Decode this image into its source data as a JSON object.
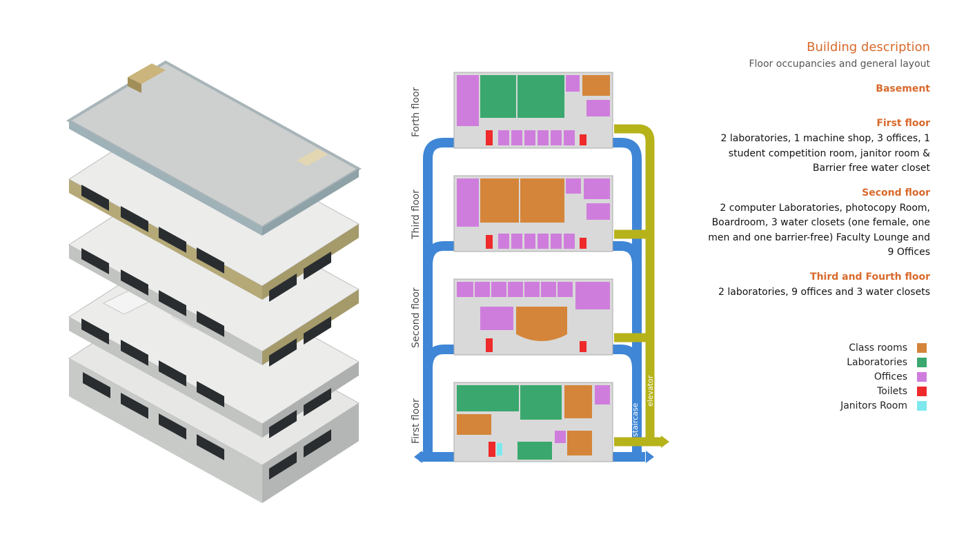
{
  "description": {
    "title": "Building description",
    "subtitle": "Floor occupancies and general layout",
    "sections": [
      {
        "heading": "Basement",
        "body": ""
      },
      {
        "heading": "First floor",
        "body": "2 laboratories, 1 machine shop, 3 offices, 1 student competition room, janitor room & Barrier free water closet"
      },
      {
        "heading": "Second floor",
        "body": "2 computer Laboratories, photocopy Room, Boardroom, 3 water closets (one female, one men and one barrier-free) Faculty Lounge and 9 Offices"
      },
      {
        "heading": "Third and Fourth floor",
        "body": "2 laboratories, 9 offices and 3 water closets"
      }
    ]
  },
  "legend": [
    {
      "label": "Class rooms",
      "color": "#d4853a"
    },
    {
      "label": "Laboratories",
      "color": "#3aa86e"
    },
    {
      "label": "Offices",
      "color": "#cf7ddd"
    },
    {
      "label": "Toilets",
      "color": "#ee2a2a"
    },
    {
      "label": "Janitors Room",
      "color": "#7de9ef"
    }
  ],
  "plans": {
    "floor_labels": [
      "Forth floor",
      "Third floor",
      "Second floor",
      "First floor"
    ],
    "staircase_label": "staircase",
    "elevator_label": "elevator",
    "staircase_color": "#3f86d6",
    "elevator_color": "#b6b21a"
  }
}
